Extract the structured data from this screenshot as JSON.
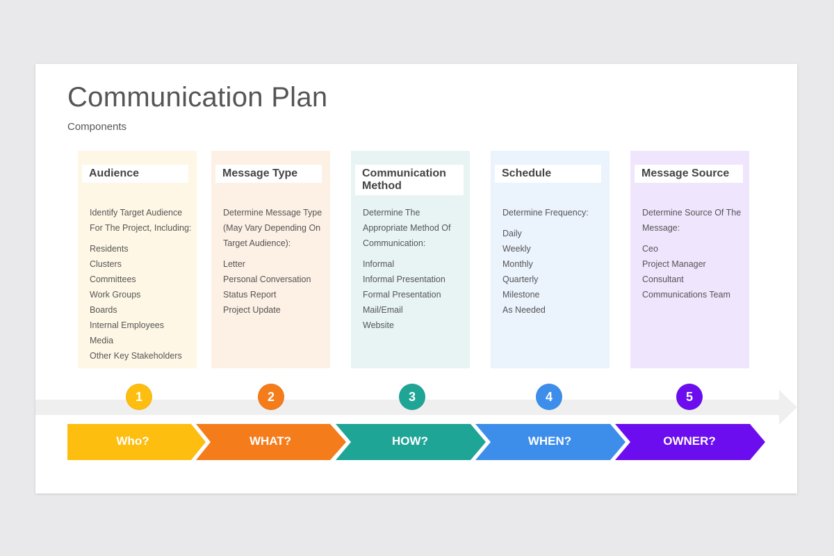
{
  "title": "Communication Plan",
  "subtitle": "Components",
  "colors": {
    "yellow": "#FDBE10",
    "orange": "#F47C1B",
    "teal": "#1FA596",
    "blue": "#3D8EEB",
    "purple": "#6B0DEE"
  },
  "cards": [
    {
      "header": "Audience",
      "intro": "Identify Target Audience For The Project, Including:",
      "items": [
        "Residents",
        "Clusters",
        "Committees",
        "Work Groups",
        "Boards",
        "Internal Employees",
        "Media",
        "Other Key Stakeholders"
      ],
      "bg": "#FEF7E5"
    },
    {
      "header": "Message Type",
      "intro": "Determine Message Type (May Vary Depending On Target Audience):",
      "items": [
        "Letter",
        "Personal Conversation",
        "Status Report",
        "Project Update"
      ],
      "bg": "#FDF0E5"
    },
    {
      "header": "Communication Method",
      "intro": "Determine The Appropriate Method Of Communication:",
      "items": [
        "Informal",
        "Informal Presentation",
        "Formal Presentation",
        "Mail/Email",
        "Website"
      ],
      "bg": "#E7F4F3"
    },
    {
      "header": "Schedule",
      "intro": "Determine Frequency:",
      "items": [
        "Daily",
        "Weekly",
        "Monthly",
        "Quarterly",
        "Milestone",
        "As Needed"
      ],
      "bg": "#EBF3FD"
    },
    {
      "header": "Message Source",
      "intro": "Determine Source Of The Message:",
      "items": [
        "Ceo",
        "Project Manager",
        "Consultant",
        "Communications Team"
      ],
      "bg": "#EFE5FD"
    }
  ],
  "steps": [
    {
      "number": "1",
      "label": "Who?"
    },
    {
      "number": "2",
      "label": "WHAT?"
    },
    {
      "number": "3",
      "label": "HOW?"
    },
    {
      "number": "4",
      "label": "WHEN?"
    },
    {
      "number": "5",
      "label": "OWNER?"
    }
  ]
}
